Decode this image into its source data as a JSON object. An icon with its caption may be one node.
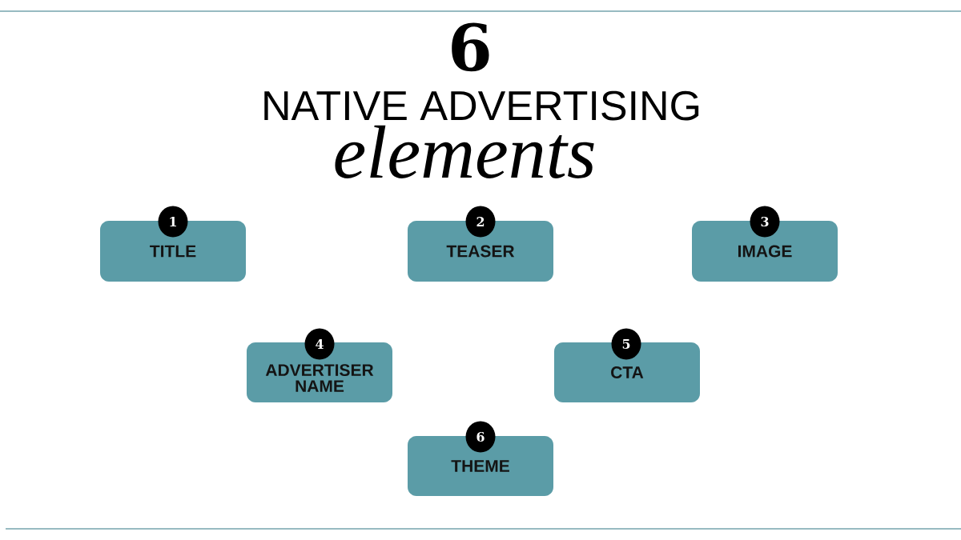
{
  "diagram": {
    "title": "NATIVE ADVERTISING",
    "nodes": [
      {
        "text": [
          "1"
        ]
      },
      {
        "text": [
          "TITLE"
        ]
      },
      {
        "text": [
          "2"
        ]
      },
      {
        "text": [
          "TEASER"
        ]
      },
      {
        "text": [
          "3"
        ]
      },
      {
        "text": [
          "IMAGE"
        ]
      },
      {
        "text": [
          "4"
        ]
      },
      {
        "text": [
          "ADVERTISER NAME"
        ]
      },
      {
        "text": [
          "5"
        ]
      },
      {
        "text": [
          "CTA"
        ]
      },
      {
        "text": [
          "6"
        ]
      },
      {
        "text": [
          "THEME"
        ]
      }
    ],
    "labels": [
      "6",
      "elements"
    ]
  }
}
